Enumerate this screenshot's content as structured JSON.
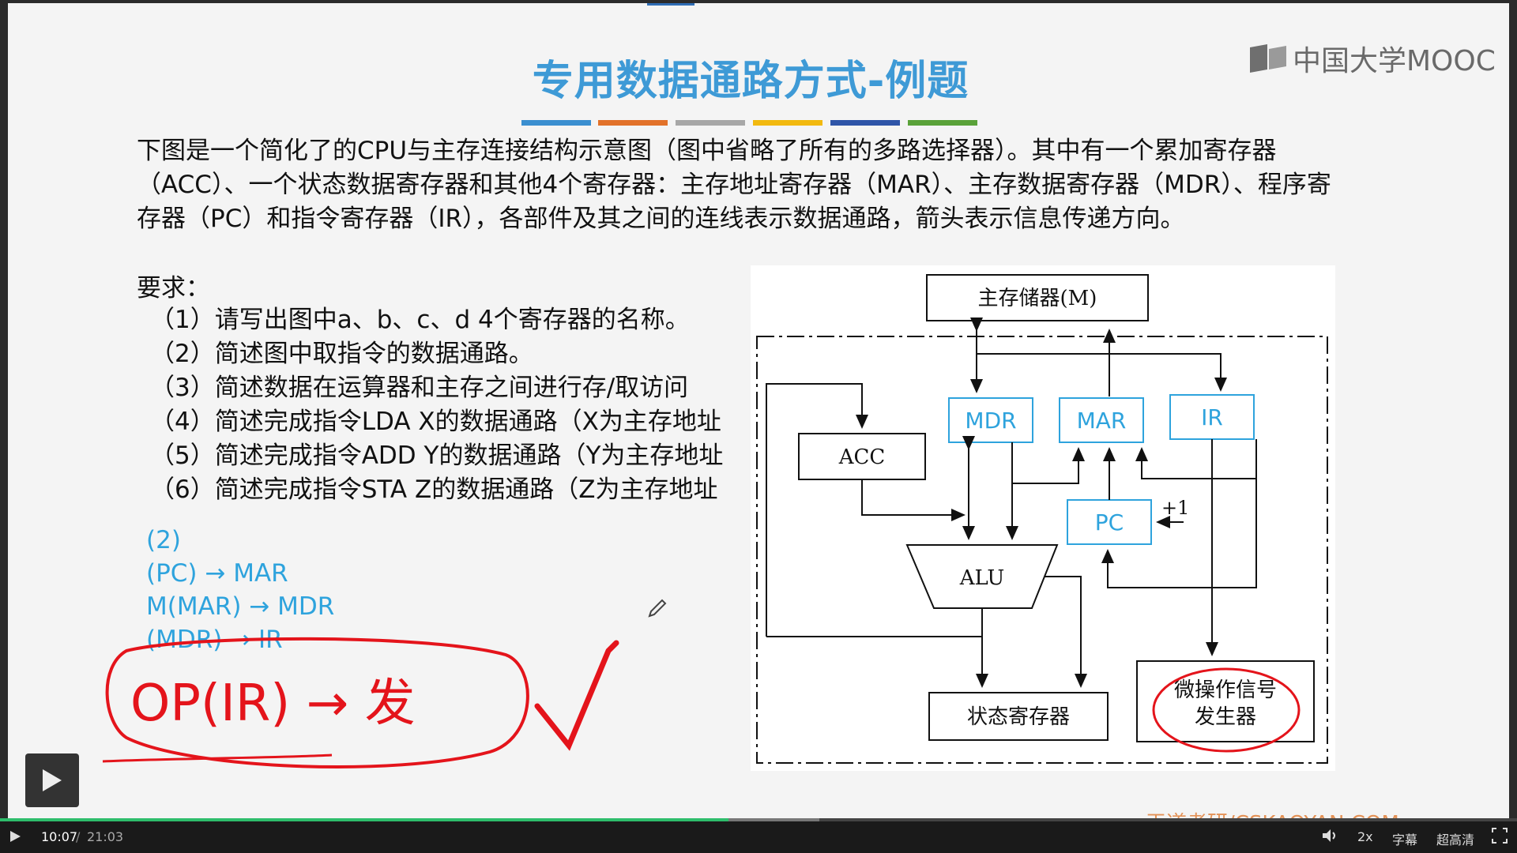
{
  "slide": {
    "title": "专用数据通路方式-例题",
    "logo": "中国大学MOOC",
    "paragraph": "下图是一个简化了的CPU与主存连接结构示意图（图中省略了所有的多路选择器）。其中有一个累加寄存器（ACC）、一个状态数据寄存器和其他4个寄存器：主存地址寄存器（MAR）、主存数据寄存器（MDR）、程序寄存器（PC）和指令寄存器（IR），各部件及其之间的连线表示数据通路，箭头表示信息传递方向。",
    "requirement_label": "要求：",
    "requirements": [
      "（1）请写出图中a、b、c、d 4个寄存器的名称。",
      "（2）简述图中取指令的数据通路。",
      "（3）简述数据在运算器和主存之间进行存/取访问",
      "（4）简述完成指令LDA X的数据通路（X为主存地址",
      "（5）简述完成指令ADD Y的数据通路（Y为主存地址",
      "（6）简述完成指令STA Z的数据通路（Z为主存地址"
    ],
    "answers": [
      "(2)",
      "(PC) → MAR",
      "M(MAR) → MDR",
      "(MDR) → IR"
    ],
    "handwriting": "OP(IR) → 发",
    "watermark": "王道考研/CSKAOYAN.COM",
    "colorbar_colors": [
      "#3b8fd0",
      "#e2722a",
      "#a7a7a7",
      "#f2b90f",
      "#2f55a8",
      "#5aa23a"
    ],
    "accent_color": "#3e9ad6",
    "handwriting_color": "#e4141b"
  },
  "diagram": {
    "memory": "主存储器(M)",
    "mdr": "MDR",
    "mar": "MAR",
    "ir": "IR",
    "acc": "ACC",
    "pc": "PC",
    "plus_one": "+1",
    "alu": "ALU",
    "status": "状态寄存器",
    "micro_line1": "微操作信号",
    "micro_line2": "发生器"
  },
  "player": {
    "current_time": "10:07",
    "separator": "/",
    "duration": "21:03",
    "progress_fraction": 0.48,
    "buffered_fraction": 0.54,
    "speed": "2x",
    "subtitles": "字幕",
    "quality": "超高清"
  }
}
